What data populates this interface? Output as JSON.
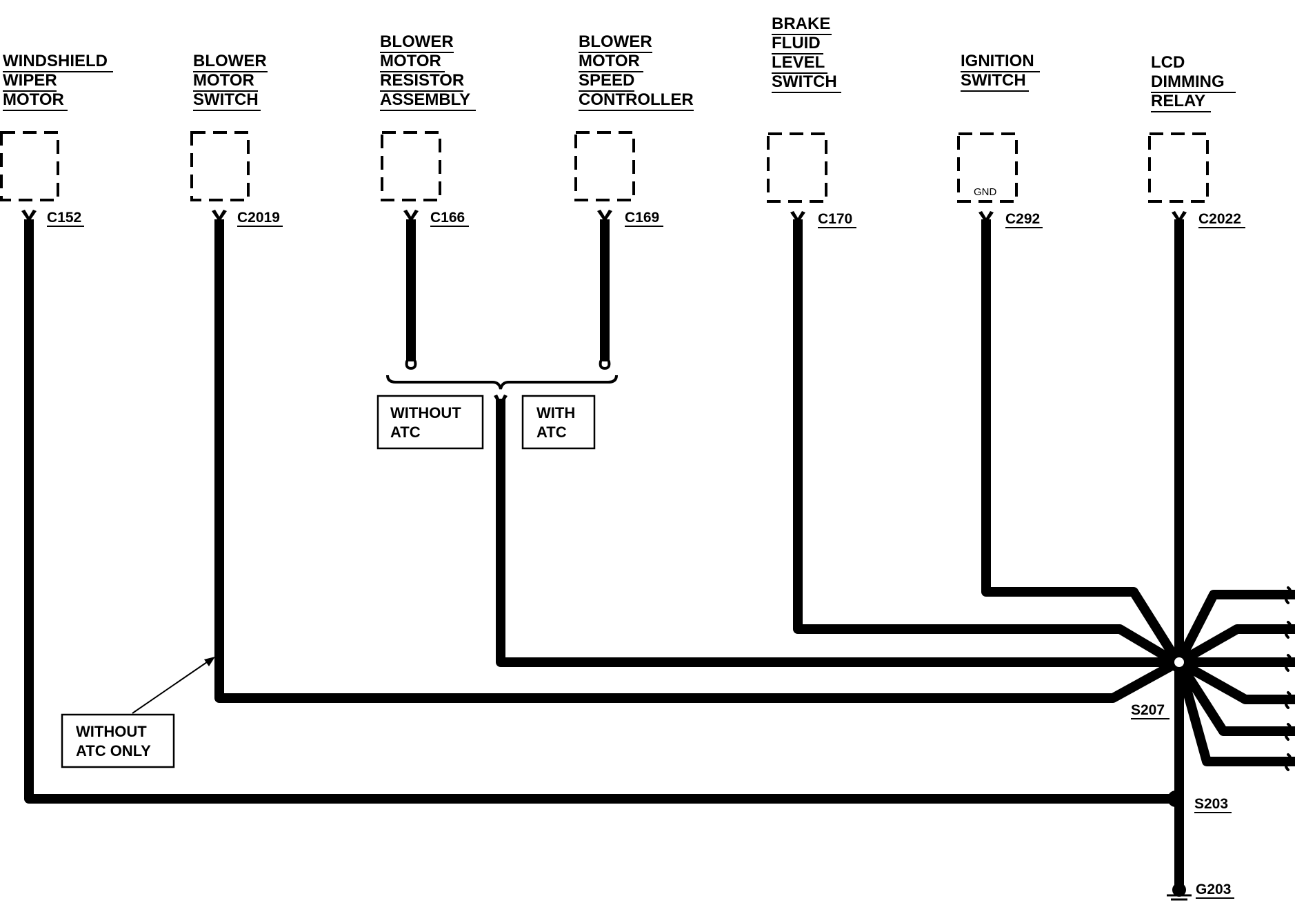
{
  "components": [
    {
      "name": "windshield-wiper-motor",
      "lines": [
        "WINDSHIELD",
        "WIPER",
        "MOTOR"
      ],
      "connector": "C152"
    },
    {
      "name": "blower-motor-switch",
      "lines": [
        "BLOWER",
        "MOTOR",
        "SWITCH"
      ],
      "connector": "C2019"
    },
    {
      "name": "blower-motor-resistor-assembly",
      "lines": [
        "BLOWER",
        "MOTOR",
        "RESISTOR",
        "ASSEMBLY"
      ],
      "connector": "C166"
    },
    {
      "name": "blower-motor-speed-controller",
      "lines": [
        "BLOWER",
        "MOTOR",
        "SPEED",
        "CONTROLLER"
      ],
      "connector": "C169"
    },
    {
      "name": "brake-fluid-level-switch",
      "lines": [
        "BRAKE",
        "FLUID",
        "LEVEL",
        "SWITCH"
      ],
      "connector": "C170"
    },
    {
      "name": "ignition-switch",
      "lines": [
        "IGNITION",
        "SWITCH"
      ],
      "connector": "C292",
      "inner_label": "GND"
    },
    {
      "name": "lcd-dimming-relay",
      "lines": [
        "LCD",
        "DIMMING",
        "RELAY"
      ],
      "connector": "C2022"
    }
  ],
  "notes": {
    "without_atc": [
      "WITHOUT",
      "ATC"
    ],
    "with_atc": [
      "WITH",
      "ATC"
    ],
    "without_atc_only": [
      "WITHOUT",
      "ATC ONLY"
    ]
  },
  "splices": {
    "main": "S207",
    "lower": "S203"
  },
  "ground": "G203"
}
